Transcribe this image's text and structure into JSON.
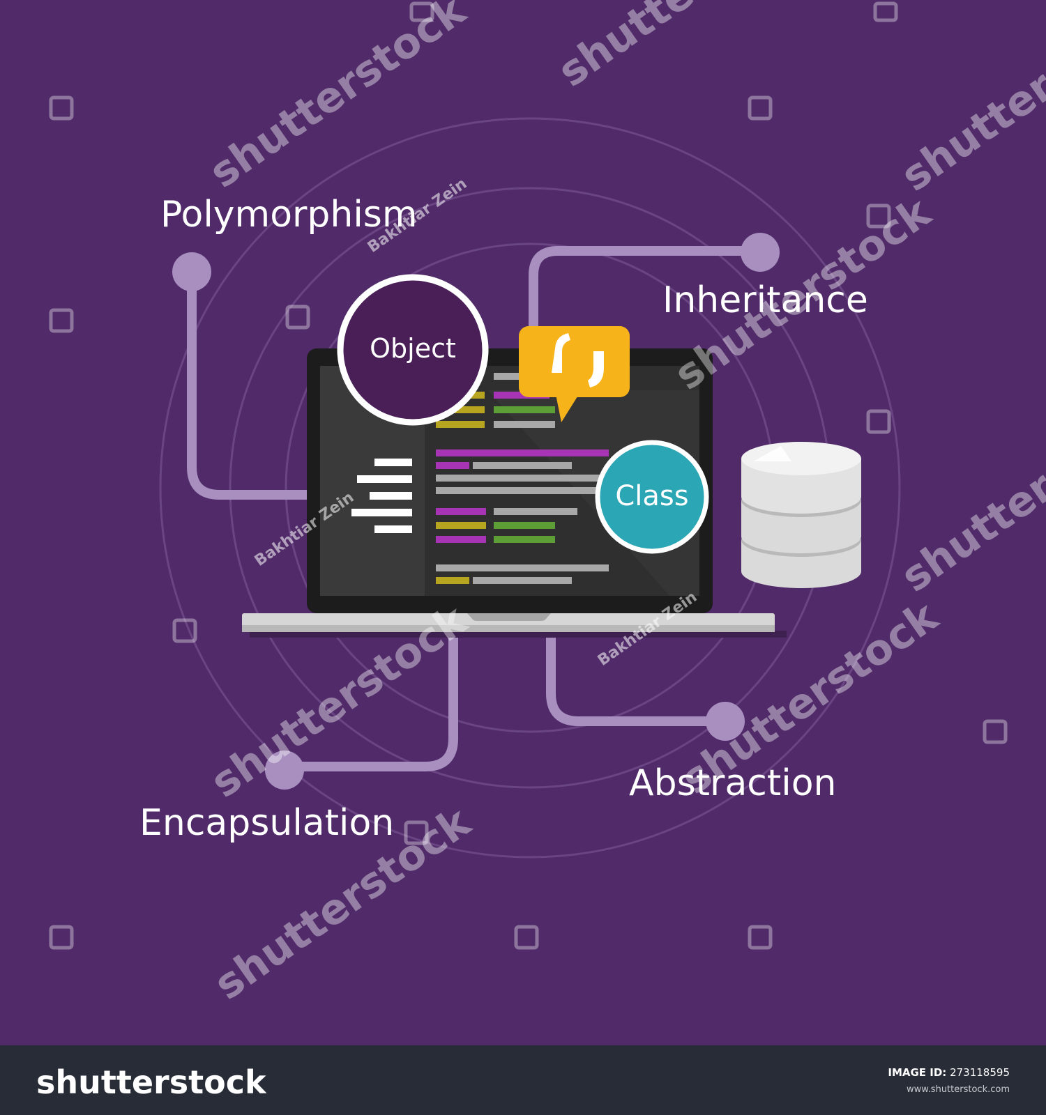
{
  "colors": {
    "background": "#512B69",
    "connector": "#A88FC0",
    "object_bubble": "#4A1F57",
    "class_bubble": "#2AA6B5",
    "quote_bubble": "#F6B41A",
    "screen": "#2F2F2F",
    "sidebar": "#3A3A3A",
    "code_purple": "#A634B4",
    "code_yellow": "#B7A51F",
    "code_green": "#5E9E37",
    "code_gray": "#A8A8A8",
    "database": "#E4E4E4",
    "footer": "#272C36"
  },
  "concepts": {
    "polymorphism": "Polymorphism",
    "inheritance": "Inheritance",
    "encapsulation": "Encapsulation",
    "abstraction": "Abstraction"
  },
  "bubbles": {
    "object": "Object",
    "class": "Class",
    "quote_icon": "quote-icon"
  },
  "icons": [
    "laptop-icon",
    "database-icon",
    "quote-icon",
    "hamburger-menu-icon"
  ],
  "watermark": {
    "text": "shutterstock",
    "credit": "Bakhtiar Zein"
  },
  "footer": {
    "brand": "shutterstock",
    "image_id_label": "IMAGE ID:",
    "image_id": "273118595",
    "url": "www.shutterstock.com"
  }
}
